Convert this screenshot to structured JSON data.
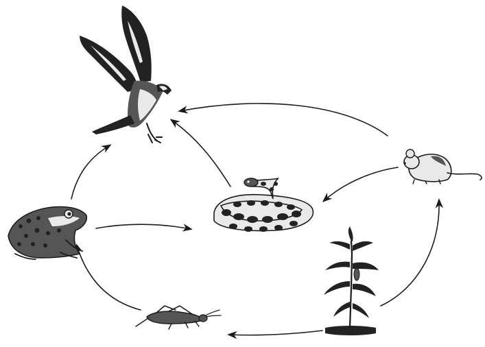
{
  "diagram": {
    "kind": "food-web",
    "organisms": [
      {
        "id": "hawk",
        "icon": "hawk-icon"
      },
      {
        "id": "snake",
        "icon": "snake-icon"
      },
      {
        "id": "mouse",
        "icon": "mouse-icon"
      },
      {
        "id": "frog",
        "icon": "frog-icon"
      },
      {
        "id": "grasshopper",
        "icon": "grasshopper-icon"
      },
      {
        "id": "corn",
        "icon": "corn-plant-icon"
      }
    ],
    "arrows": [
      {
        "from": "mouse",
        "to": "hawk"
      },
      {
        "from": "snake",
        "to": "hawk"
      },
      {
        "from": "frog",
        "to": "hawk"
      },
      {
        "from": "mouse",
        "to": "snake"
      },
      {
        "from": "frog",
        "to": "snake"
      },
      {
        "from": "grasshopper",
        "to": "frog"
      },
      {
        "from": "corn",
        "to": "grasshopper"
      },
      {
        "from": "corn",
        "to": "mouse"
      }
    ]
  }
}
